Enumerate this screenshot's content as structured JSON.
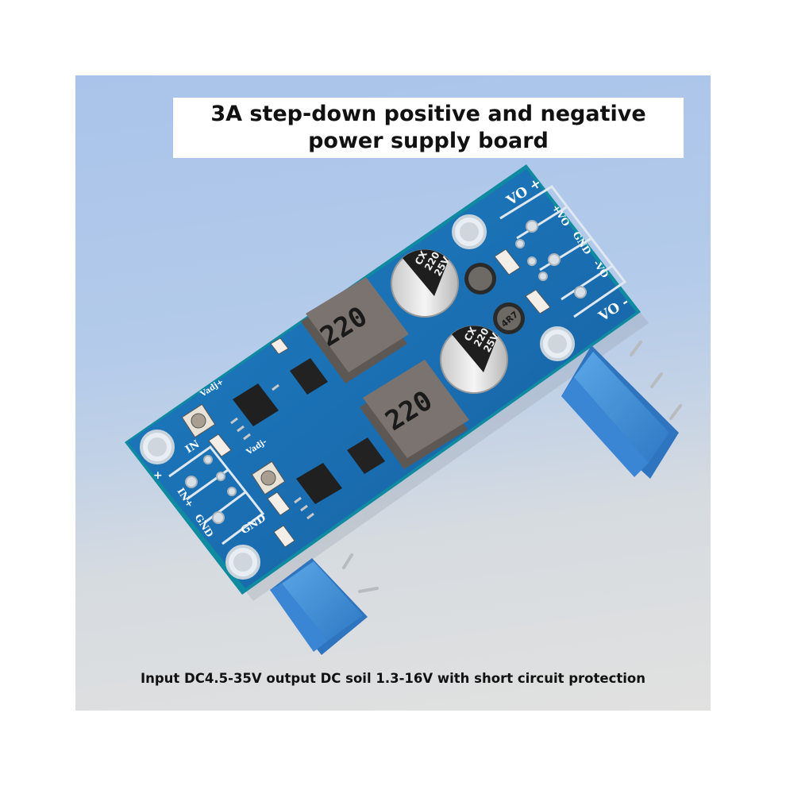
{
  "title": {
    "line1": "3A step-down positive and negative",
    "line2": "power supply board"
  },
  "caption": "Input DC4.5-35V output DC soil 1.3-16V with short circuit protection",
  "board_labels": {
    "vo_plus": "VO +",
    "vo_minus": "VO -",
    "plus_vo": "+VO",
    "gnd": "GND",
    "minus_vo": "-VO",
    "in": "IN",
    "in_plus": "IN+",
    "gnd_left": "GND",
    "gnd_bottom": "GND",
    "vadj_top": "Vadj+",
    "vadj_bottom": "Vadj-",
    "plus": "+",
    "inductor_1": "220",
    "inductor_2": "220",
    "cap_1": "CX 220 25V",
    "cap_2": "CX 220 25V",
    "cap_1_line1": "CX",
    "cap_1_line2": "220",
    "cap_1_line3": "25V",
    "cap_2_line1": "CX",
    "cap_2_line2": "220",
    "cap_2_line3": "25V",
    "small_inductor": "4R7"
  },
  "colors": {
    "pcb": "#1a6fb5",
    "pcb_edge": "#0f8aa0",
    "terminal_blue": "#3f8fd6",
    "inductor_grey": "#76706c"
  }
}
